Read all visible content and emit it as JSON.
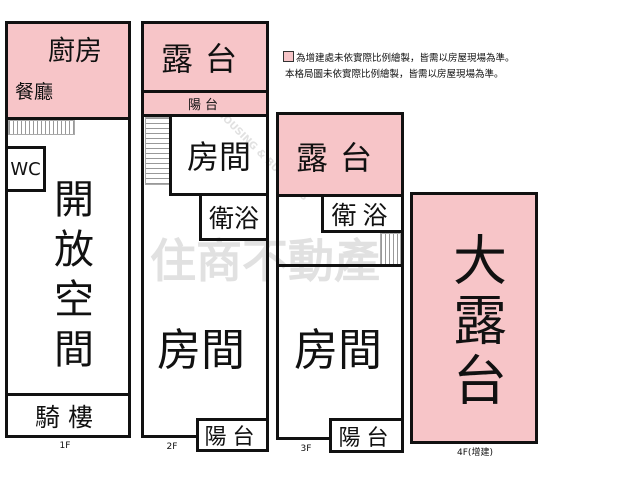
{
  "legend": {
    "line1": "為增建處未依實際比例繪製，皆需以房屋現場為準。",
    "line2": "本格局圖未依實際比例繪製，皆需以房屋現場為準。",
    "swatch_color": "#f7c5c8"
  },
  "watermark": {
    "brand": "住商不動產",
    "english": "HOUSING & BUSINESS"
  },
  "floors": {
    "f1": {
      "label": "1F",
      "kitchen": "廚房",
      "dining": "餐廳",
      "wc": "WC",
      "open_space": "開放空間",
      "arcade": "騎樓"
    },
    "f2": {
      "label": "2F",
      "terrace": "露台",
      "balcony_top": "陽台",
      "room_small": "房間",
      "bathroom": "衛浴",
      "room_large": "房間",
      "balcony_bottom": "陽台"
    },
    "f3": {
      "label": "3F",
      "terrace": "露台",
      "bathroom": "衛浴",
      "room": "房間",
      "balcony": "陽台"
    },
    "f4": {
      "label": "4F(增建)",
      "big_terrace": "大露台"
    }
  }
}
